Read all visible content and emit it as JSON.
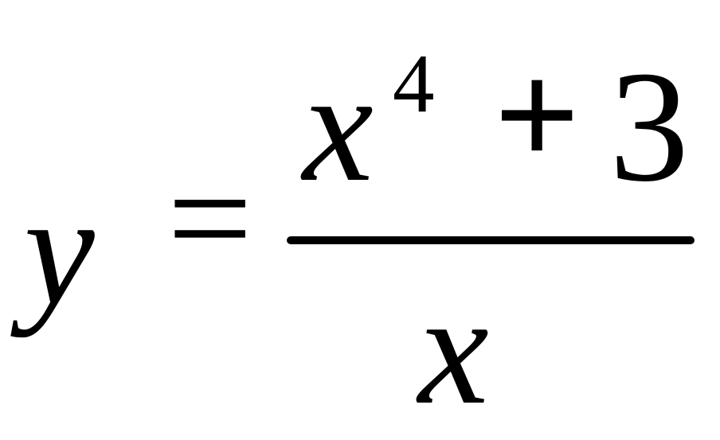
{
  "equation": {
    "lhs": "y",
    "equals": "=",
    "numerator": {
      "base": "x",
      "exponent": "4",
      "operator": "+",
      "constant": "3"
    },
    "denominator": "x"
  },
  "colors": {
    "text": "#000000",
    "background": "#ffffff"
  }
}
